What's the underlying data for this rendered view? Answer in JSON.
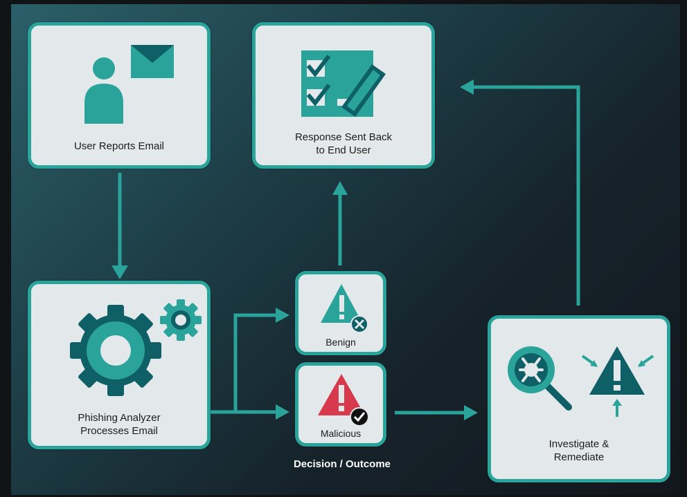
{
  "diagram": {
    "nodes": {
      "user_reports": {
        "label": "User Reports Email"
      },
      "response_sent": {
        "label": "Response Sent Back\nto End User"
      },
      "phishing_analyzer": {
        "label": "Phishing Analyzer\nProcesses Email"
      },
      "benign": {
        "label": "Benign"
      },
      "malicious": {
        "label": "Malicious"
      },
      "investigate": {
        "label": "Investigate &\nRemediate"
      }
    },
    "caption": "Decision / Outcome",
    "edges": [
      {
        "from": "user_reports",
        "to": "phishing_analyzer"
      },
      {
        "from": "phishing_analyzer",
        "to": "benign"
      },
      {
        "from": "phishing_analyzer",
        "to": "malicious"
      },
      {
        "from": "benign",
        "to": "response_sent"
      },
      {
        "from": "malicious",
        "to": "investigate"
      },
      {
        "from": "investigate",
        "to": "response_sent"
      }
    ]
  },
  "colors": {
    "accent_teal": "#2aa39a",
    "dark_teal": "#0f5f66",
    "box_fill": "#e3e9ea",
    "alert_red": "#d63a4c"
  },
  "icons": [
    "user-icon",
    "envelope-icon",
    "checklist-icon",
    "pencil-icon",
    "gear-icon",
    "small-gear-icon",
    "warning-x-icon",
    "warning-check-icon",
    "magnifier-bug-icon",
    "alert-arrows-icon"
  ]
}
